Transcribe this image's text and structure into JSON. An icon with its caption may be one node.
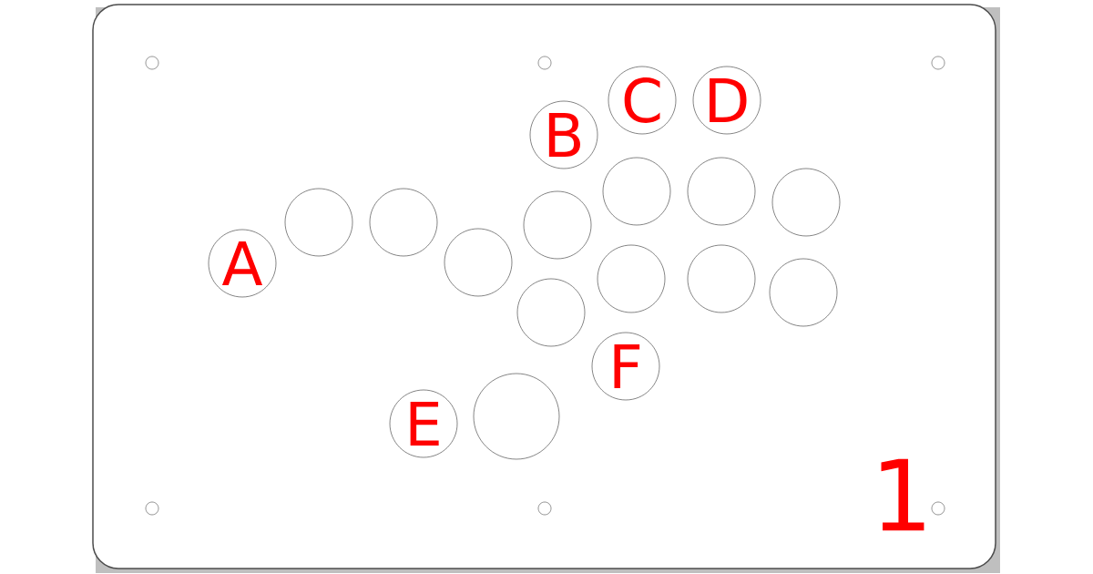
{
  "diagram": {
    "nodes": [
      {
        "text": [
          "A"
        ]
      },
      {
        "text": [
          "B"
        ]
      },
      {
        "text": [
          "C"
        ]
      },
      {
        "text": [
          "D"
        ]
      },
      {
        "text": [
          "E"
        ]
      },
      {
        "text": [
          "F"
        ]
      },
      {
        "text": [],
        "shape": "circle"
      },
      {
        "text": [],
        "shape": "circle"
      },
      {
        "text": [],
        "shape": "circle"
      },
      {
        "text": [],
        "shape": "circle"
      },
      {
        "text": [],
        "shape": "circle"
      },
      {
        "text": [],
        "shape": "circle"
      },
      {
        "text": [],
        "shape": "circle"
      },
      {
        "text": [],
        "shape": "circle"
      },
      {
        "text": [],
        "shape": "circle"
      },
      {
        "text": [],
        "shape": "circle"
      },
      {
        "text": [],
        "shape": "circle"
      },
      {
        "text": [],
        "shape": "circle"
      }
    ],
    "labels": [
      "1"
    ]
  }
}
